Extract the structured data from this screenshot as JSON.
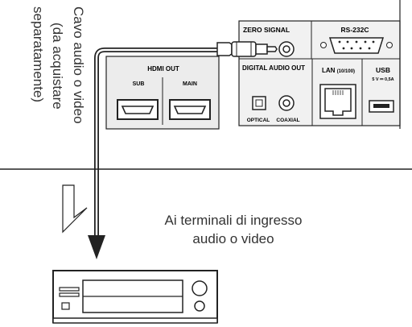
{
  "cable_label": {
    "line1": "Cavo audio o video",
    "line2": "(da acquistare",
    "line3": "separatamente)"
  },
  "destination_label": {
    "line1": "Ai terminali di ingresso",
    "line2": "audio o video"
  },
  "panel": {
    "zero_signal": "ZERO SIGNAL",
    "rs232c": "RS-232C",
    "hdmi_out": "HDMI OUT",
    "hdmi_sub": "SUB",
    "hdmi_main": "MAIN",
    "digital_audio_out": "DIGITAL AUDIO OUT",
    "optical": "OPTICAL",
    "coaxial": "COAXIAL",
    "lan": "LAN",
    "lan_speed": "(10/100)",
    "usb": "USB",
    "usb_rating": "5 V ⎓ 0,5A"
  }
}
